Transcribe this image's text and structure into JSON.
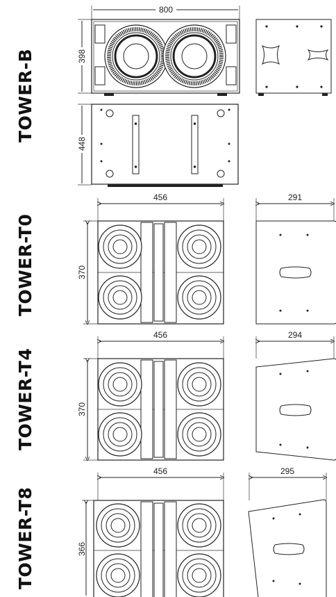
{
  "models": [
    {
      "name": "TOWER-B"
    },
    {
      "name": "TOWER-T0"
    },
    {
      "name": "TOWER-T4"
    },
    {
      "name": "TOWER-T8"
    }
  ],
  "dimensions": {
    "b_width": "800",
    "b_height": "398",
    "b_depth": "448",
    "t0_width": "456",
    "t0_depth": "291",
    "t0_height": "370",
    "t4_width": "456",
    "t4_depth": "294",
    "t4_height": "370",
    "t8_width": "456",
    "t8_depth": "295",
    "t8_height": "366"
  }
}
